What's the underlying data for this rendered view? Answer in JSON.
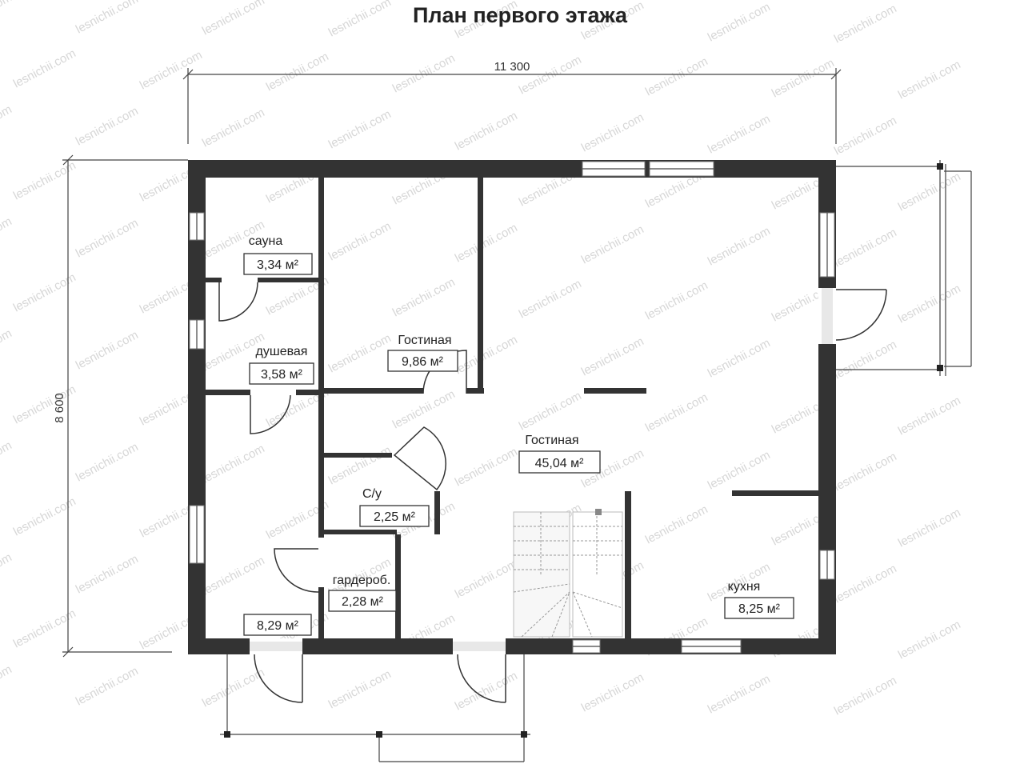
{
  "title": "План первого этажа",
  "dimensions": {
    "width_label": "11 300",
    "height_label": "8 600"
  },
  "rooms": {
    "sauna": {
      "name": "сауна",
      "area": "3,34 м²"
    },
    "shower": {
      "name": "душевая",
      "area": "3,58 м²"
    },
    "living_small": {
      "name": "Гостиная",
      "area": "9,86 м²"
    },
    "living_main": {
      "name": "Гостиная",
      "area": "45,04 м²"
    },
    "wc": {
      "name": "С/у",
      "area": "2,25 м²"
    },
    "wardrobe": {
      "name": "гардероб.",
      "area": "2,28 м²"
    },
    "hall": {
      "name": "",
      "area": "8,29 м²"
    },
    "kitchen": {
      "name": "кухня",
      "area": "8,25 м²"
    }
  },
  "watermark": "lesnichii.com",
  "colors": {
    "wall": "#333333",
    "watermark": "#d6d6d6"
  }
}
